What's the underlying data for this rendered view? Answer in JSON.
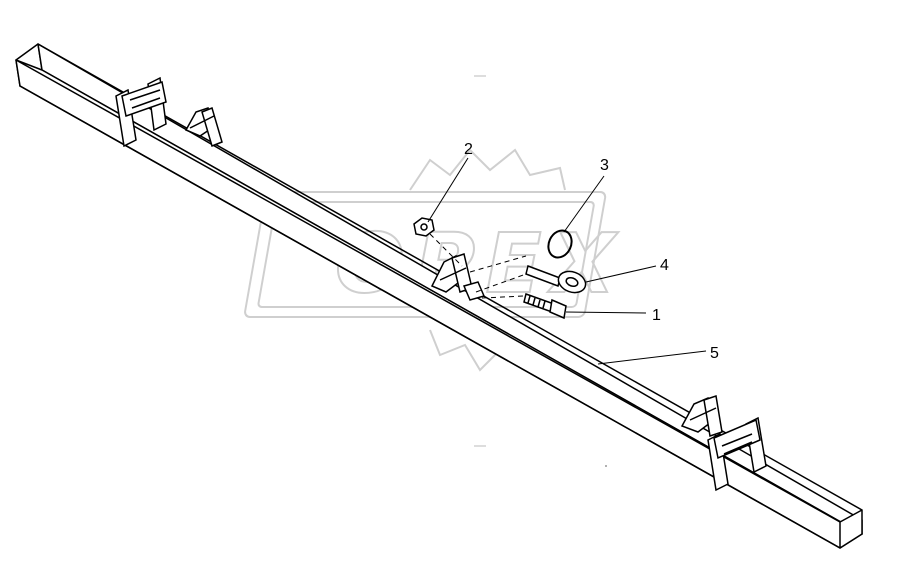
{
  "watermark": {
    "text": "OPEX",
    "color": "#d0d0d0"
  },
  "callouts": [
    {
      "id": "2",
      "label": "2"
    },
    {
      "id": "3",
      "label": "3"
    },
    {
      "id": "4",
      "label": "4"
    },
    {
      "id": "1",
      "label": "1"
    },
    {
      "id": "5",
      "label": "5"
    }
  ],
  "colors": {
    "line": "#000000",
    "background": "#ffffff",
    "watermark": "#d0d0d0"
  }
}
